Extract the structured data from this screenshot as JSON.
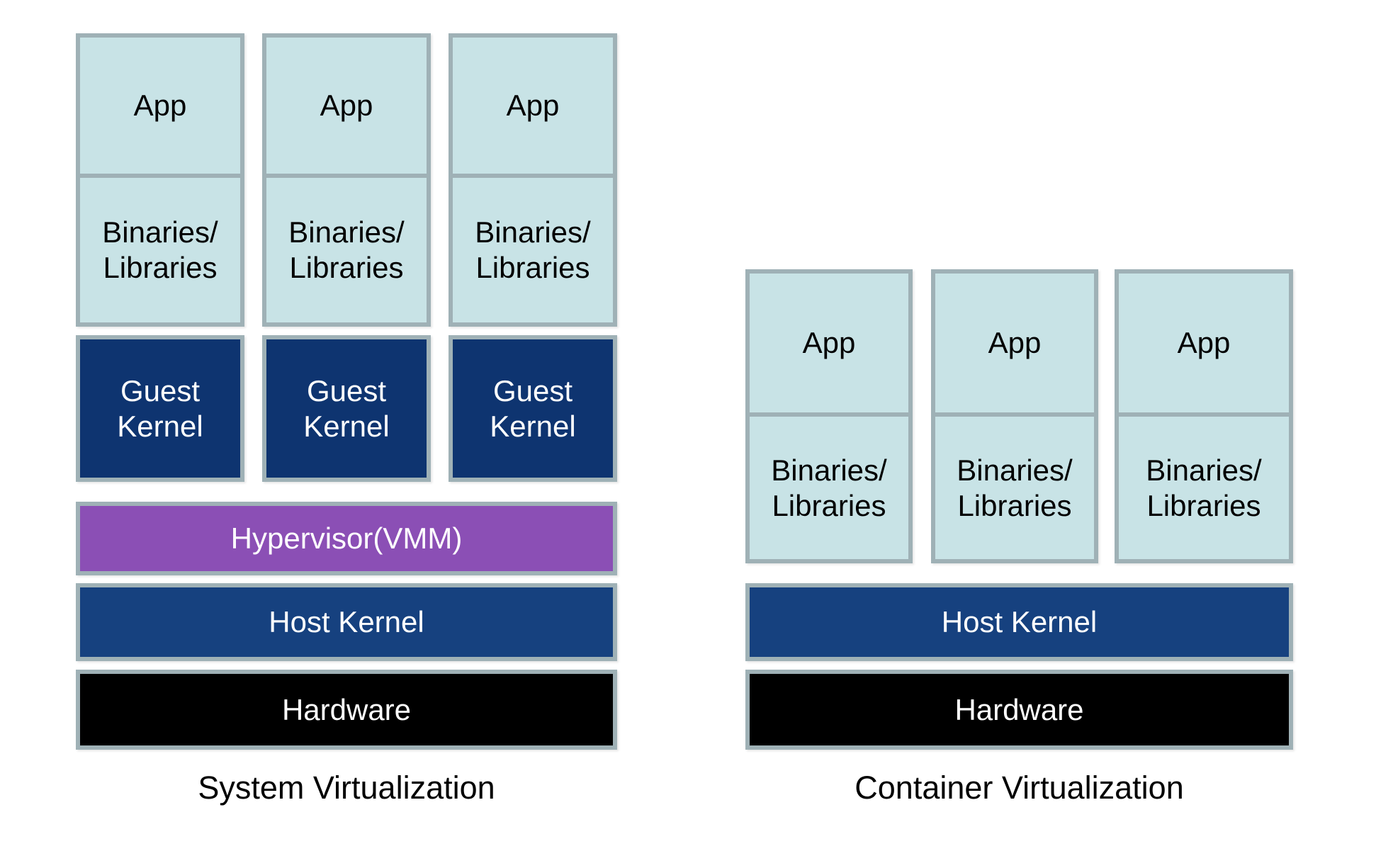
{
  "colors": {
    "box_fill_light": "#c8e3e6",
    "box_border": "#9fb1b6",
    "guest_kernel_fill": "#0e3470",
    "host_kernel_fill": "#16417f",
    "hypervisor_fill": "#8b4fb5",
    "hardware_fill": "#000000",
    "text_on_light": "#000000",
    "text_on_dark": "#ffffff"
  },
  "left_diagram": {
    "caption": "System Virtualization",
    "stacks": [
      {
        "app_label": "App",
        "libs_label": "Binaries/\nLibraries",
        "kernel_label": "Guest\nKernel"
      },
      {
        "app_label": "App",
        "libs_label": "Binaries/\nLibraries",
        "kernel_label": "Guest\nKernel"
      },
      {
        "app_label": "App",
        "libs_label": "Binaries/\nLibraries",
        "kernel_label": "Guest\nKernel"
      }
    ],
    "hypervisor_label": "Hypervisor(VMM)",
    "host_kernel_label": "Host Kernel",
    "hardware_label": "Hardware"
  },
  "right_diagram": {
    "caption": "Container Virtualization",
    "stacks": [
      {
        "app_label": "App",
        "libs_label": "Binaries/\nLibraries"
      },
      {
        "app_label": "App",
        "libs_label": "Binaries/\nLibraries"
      },
      {
        "app_label": "App",
        "libs_label": "Binaries/\nLibraries"
      }
    ],
    "host_kernel_label": "Host Kernel",
    "hardware_label": "Hardware"
  }
}
